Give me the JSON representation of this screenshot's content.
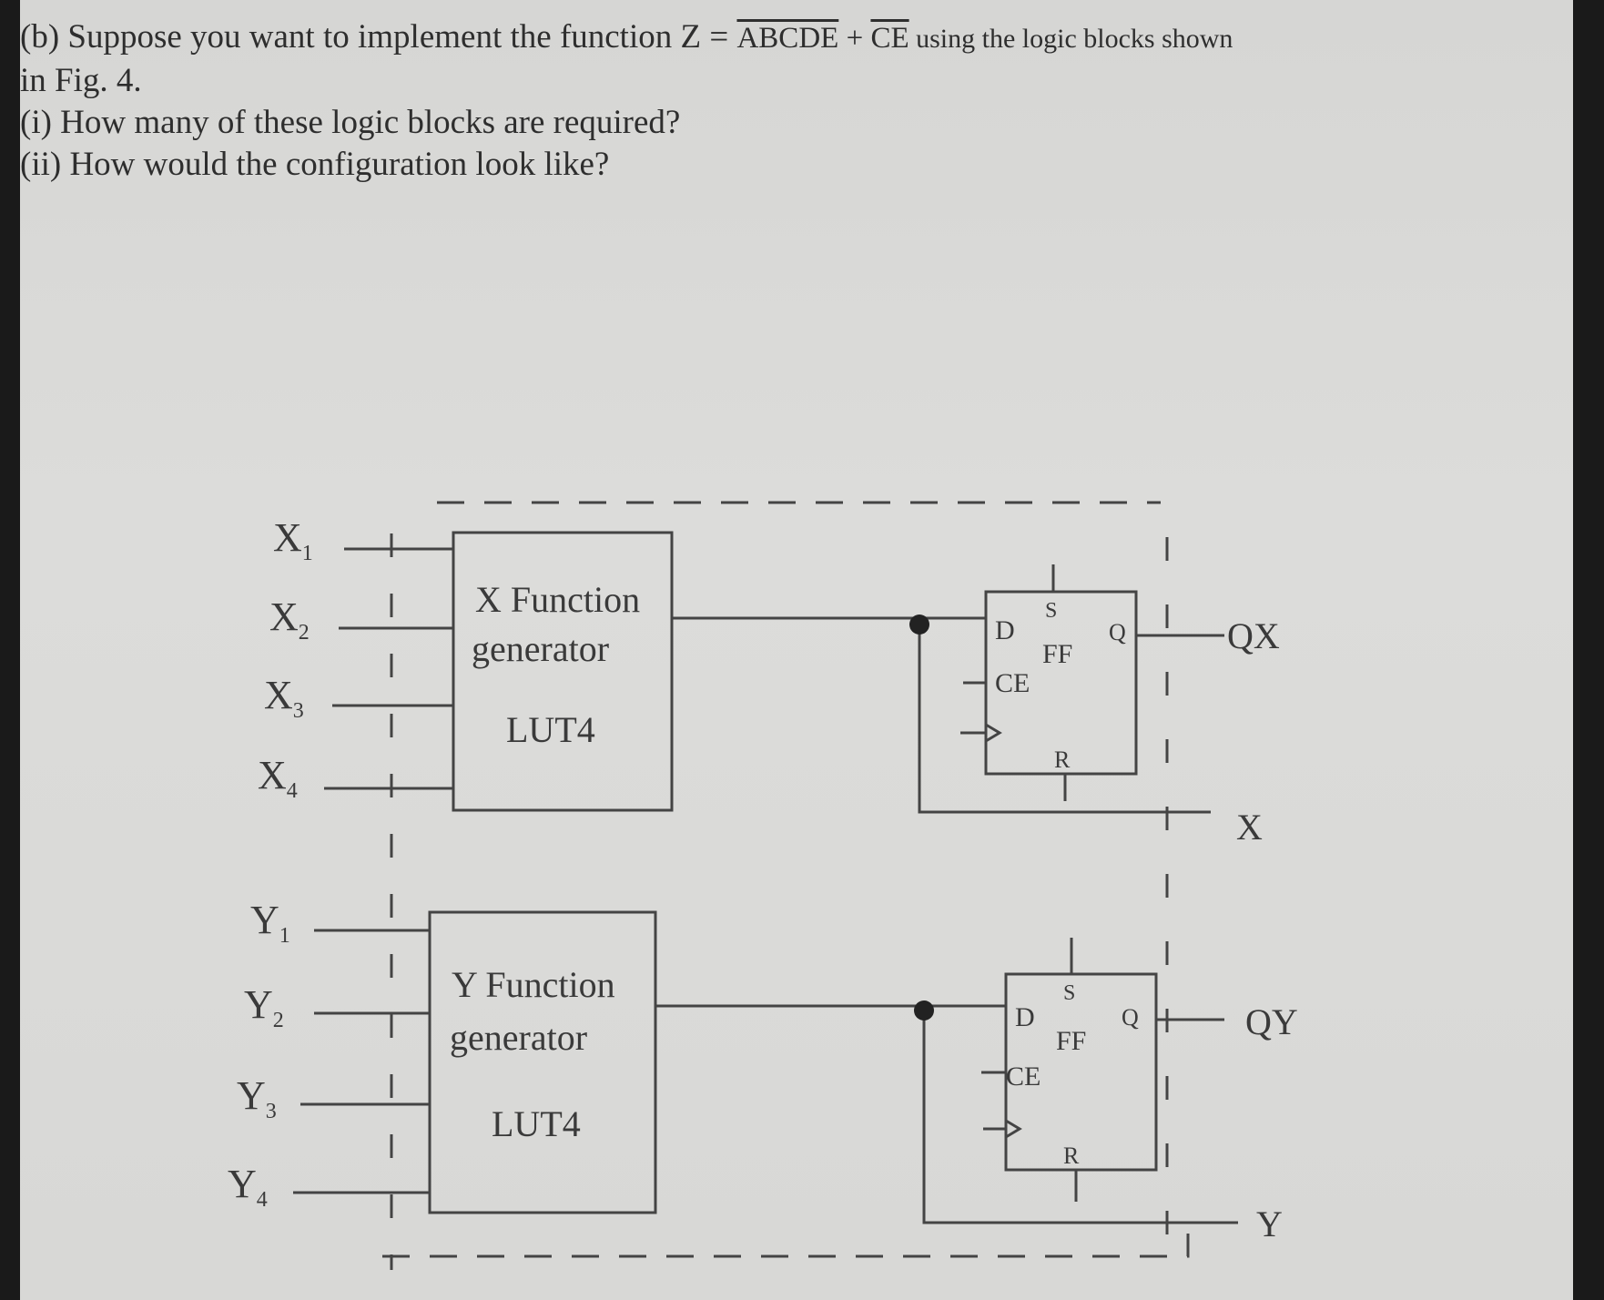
{
  "question": {
    "line1": "(b) Suppose you want to implement the function Z = ",
    "formula": {
      "t1": "ABCDE",
      "plus": " + ",
      "t2": "CE"
    },
    "line1_tail": " using the logic blocks shown",
    "line2": "in Fig. 4.",
    "sub_i": "(i) How many of these logic blocks are required?",
    "sub_ii": "(ii) How would the configuration look like?"
  },
  "figure": {
    "x_inputs": [
      "X",
      "X",
      "X",
      "X"
    ],
    "x_subscripts": [
      "1",
      "2",
      "3",
      "4"
    ],
    "y_inputs": [
      "Y",
      "Y",
      "Y",
      "Y"
    ],
    "y_subscripts": [
      "1",
      "2",
      "3",
      "4"
    ],
    "x_lut": {
      "line1": "X Function",
      "line2": "generator",
      "line3": "LUT4"
    },
    "y_lut": {
      "line1": "Y Function",
      "line2": "generator",
      "line3": "LUT4"
    },
    "ff": {
      "d": "D",
      "s": "S",
      "q": "Q",
      "ff": "FF",
      "ce": "CE",
      "r": "R"
    },
    "outputs": {
      "qx": "QX",
      "x": "X",
      "qy": "QY",
      "y": "Y"
    }
  }
}
